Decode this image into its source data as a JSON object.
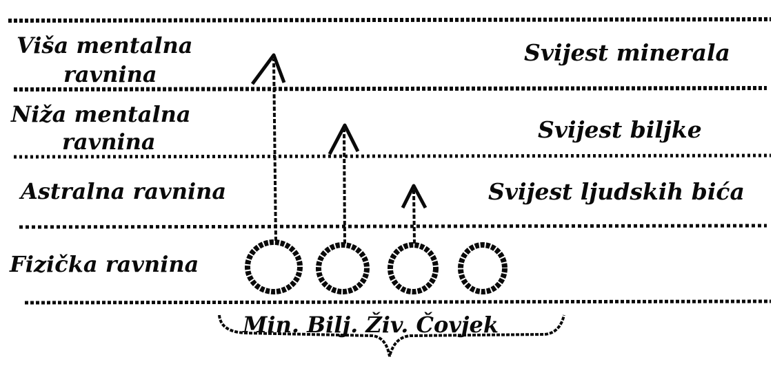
{
  "diagram": {
    "planes": [
      {
        "lines": [
          "Viša mentalna",
          "ravnina"
        ]
      },
      {
        "lines": [
          "Niža mentalna",
          "ravnina"
        ]
      },
      {
        "lines": [
          "Astralna ravnina"
        ]
      },
      {
        "lines": [
          "Fizička ravnina"
        ]
      }
    ],
    "consciousness": [
      "Svijest minerala",
      "Svijest biljke",
      "Svijest ljudskih bića"
    ],
    "beings_label": "Min. Bilj. Živ. Čovjek",
    "colors": {
      "ink": "#0a0a0a",
      "background": "#ffffff"
    }
  }
}
